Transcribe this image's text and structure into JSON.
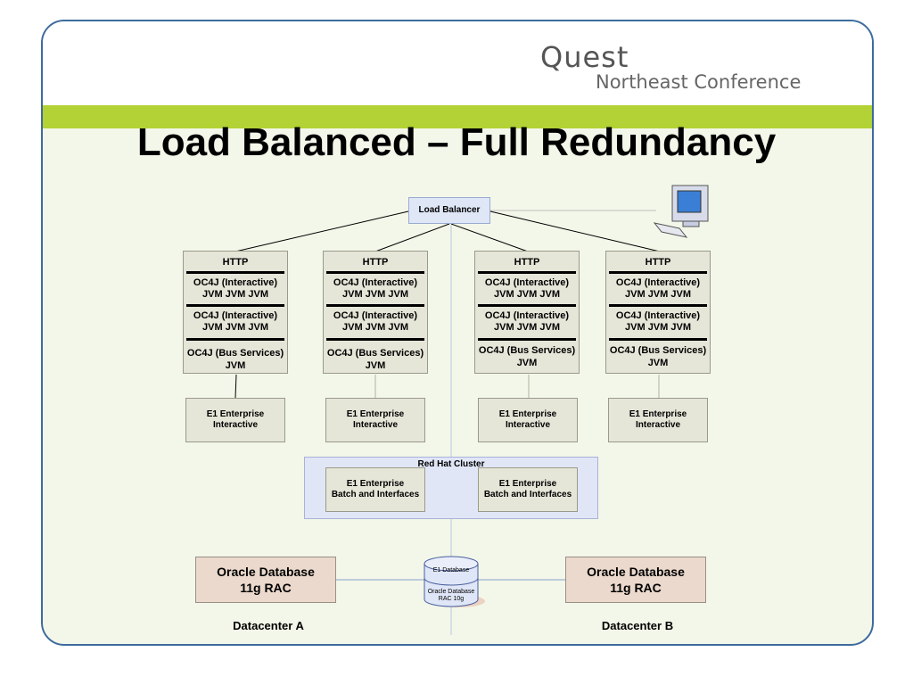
{
  "logo": {
    "brand": "Quest",
    "subtitle": "Northeast Conference"
  },
  "title": "Load Balanced – Full Redundancy",
  "load_balancer": "Load Balancer",
  "servers": [
    {
      "http": "HTTP",
      "oc4j_1": "OC4J (Interactive)",
      "jvm_1": "JVM  JVM  JVM",
      "oc4j_2": "OC4J (Interactive)",
      "jvm_2": "JVM  JVM  JVM",
      "oc4j_bus": "OC4J (Bus Services)",
      "jvm_bus": "JVM"
    },
    {
      "http": "HTTP",
      "oc4j_1": "OC4J (Interactive)",
      "jvm_1": "JVM  JVM  JVM",
      "oc4j_2": "OC4J (Interactive)",
      "jvm_2": "JVM  JVM  JVM",
      "oc4j_bus": "OC4J (Bus Services)",
      "jvm_bus": "JVM"
    },
    {
      "http": "HTTP",
      "oc4j_1": "OC4J (Interactive)",
      "jvm_1": "JVM  JVM  JVM",
      "oc4j_2": "OC4J (Interactive)",
      "jvm_2": "JVM  JVM  JVM",
      "oc4j_bus": "OC4J (Bus Services)",
      "jvm_bus": "JVM"
    },
    {
      "http": "HTTP",
      "oc4j_1": "OC4J (Interactive)",
      "jvm_1": "JVM  JVM  JVM",
      "oc4j_2": "OC4J (Interactive)",
      "jvm_2": "JVM  JVM  JVM",
      "oc4j_bus": "OC4J (Bus Services)",
      "jvm_bus": "JVM"
    }
  ],
  "enterprise": [
    {
      "line1": "E1 Enterprise",
      "line2": "Interactive"
    },
    {
      "line1": "E1 Enterprise",
      "line2": "Interactive"
    },
    {
      "line1": "E1 Enterprise",
      "line2": "Interactive"
    },
    {
      "line1": "E1 Enterprise",
      "line2": "Interactive"
    }
  ],
  "cluster": {
    "label": "Red Hat Cluster",
    "nodes": [
      {
        "line1": "E1 Enterprise",
        "line2": "Batch and Interfaces"
      },
      {
        "line1": "E1 Enterprise",
        "line2": "Batch and Interfaces"
      }
    ]
  },
  "databases": [
    {
      "line1": "Oracle Database",
      "line2": "11g RAC"
    },
    {
      "line1": "Oracle Database",
      "line2": "11g RAC"
    }
  ],
  "storage": {
    "top": "E1 Database",
    "bottom1": "Oracle Database",
    "bottom2": "RAC 10g"
  },
  "datacenters": [
    "Datacenter A",
    "Datacenter B"
  ],
  "colors": {
    "frame": "#3d6b9e",
    "green_band": "#b2d235",
    "background": "#f3f7e9",
    "box": "#e5e5d8",
    "cluster": "#e1e6f7",
    "database": "#ead9cc"
  },
  "icons": [
    "computer-icon",
    "database-cylinder-icon"
  ]
}
